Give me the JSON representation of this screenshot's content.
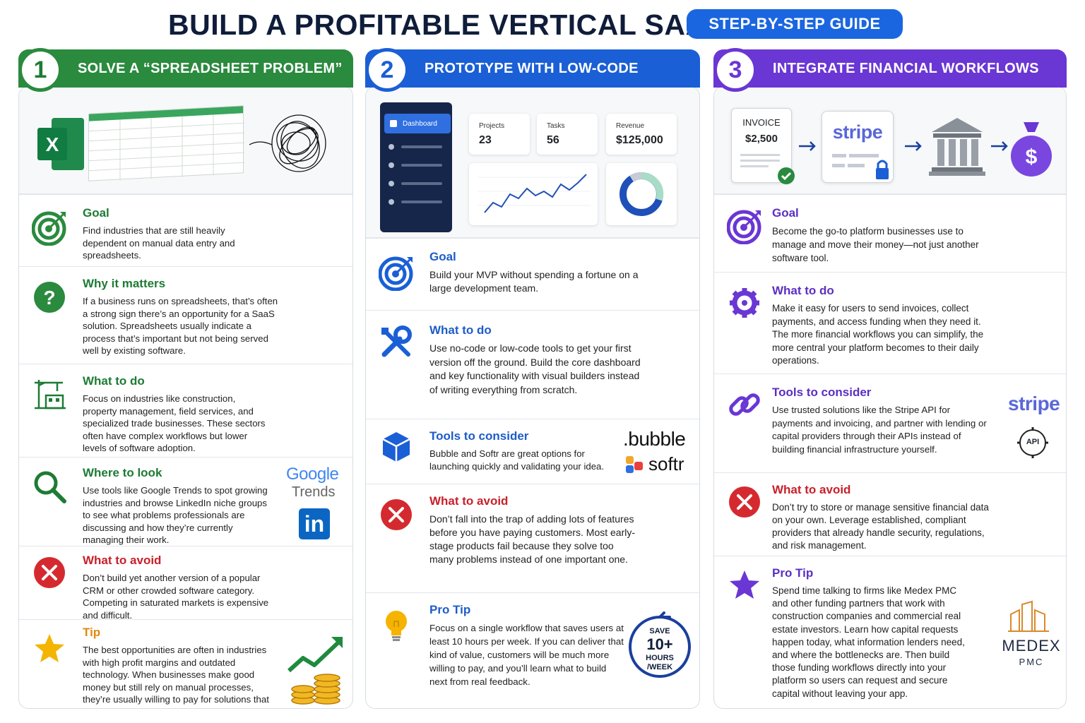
{
  "header": {
    "title": "BUILD A PROFITABLE VERTICAL SAAS",
    "badge": "STEP-BY-STEP GUIDE"
  },
  "colors": {
    "green": "#2a8a3e",
    "blue": "#1a5fd6",
    "purple": "#6a36d4",
    "red": "#d42a2f",
    "dark_navy": "#0f1d3a"
  },
  "columns": [
    {
      "number": "1",
      "title": "SOLVE A “SPREADSHEET PROBLEM”",
      "sections": [
        {
          "icon": "target-icon",
          "title": "Goal",
          "body": "Find industries that are still heavily dependent on manual data entry and spreadsheets."
        },
        {
          "icon": "question-icon",
          "title": "Why it matters",
          "body": "If a business runs on spreadsheets, that’s often a strong sign there’s an opportunity for a SaaS solution. Spreadsheets usually indicate a process that’s important but not being served well by existing software."
        },
        {
          "icon": "construction-crane-icon",
          "title": "What to do",
          "body": "Focus on industries like construction, property management, field services, and specialized trade businesses. These sectors often have complex workflows but lower levels of software adoption."
        },
        {
          "icon": "magnifier-icon",
          "title": "Where to look",
          "body": "Use tools like Google Trends to spot growing industries and browse LinkedIn niche groups to see what problems professionals are discussing and how they’re currently managing their work."
        },
        {
          "icon": "x-circle-icon",
          "title": "What to avoid",
          "body": "Don’t build yet another version of a popular CRM or other crowded software category. Competing in saturated markets is expensive and difficult."
        },
        {
          "icon": "star-icon",
          "title": "Tip",
          "body": "The best opportunities are often in industries with high profit margins and outdated technology. When businesses make good money but still rely on manual processes, they’re usually willing to pay for solutions that save time and reduce errors."
        }
      ],
      "logos": {
        "google": "Google",
        "trends": "Trends",
        "linkedin": "in"
      },
      "excel_letter": "X"
    },
    {
      "number": "2",
      "title": "PROTOTYPE WITH LOW-CODE",
      "dashboard": {
        "menu_active": "Dashboard",
        "stats": [
          {
            "label": "Projects",
            "value": "23"
          },
          {
            "label": "Tasks",
            "value": "56"
          },
          {
            "label": "Revenue",
            "value": "$125,000"
          }
        ]
      },
      "sections": [
        {
          "icon": "target-icon",
          "title": "Goal",
          "body": "Build your MVP without spending a fortune on a large development team."
        },
        {
          "icon": "tools-icon",
          "title": "What to do",
          "body": "Use no-code or low-code tools to get your first version off the ground. Build the core dashboard and key functionality with visual builders instead of writing everything from scratch."
        },
        {
          "icon": "cube-icon",
          "title": "Tools to consider",
          "body": "Bubble and Softr are great options for launching quickly and validating your idea."
        },
        {
          "icon": "x-circle-icon",
          "title": "What to avoid",
          "body": "Don’t fall into the trap of adding lots of features before you have paying customers. Most early-stage products fail because they solve too many problems instead of one important one."
        },
        {
          "icon": "lightbulb-icon",
          "title": "Pro Tip",
          "body": "Focus on a single workflow that saves users at least 10 hours per week. If you can deliver that kind of value, customers will be much more willing to pay, and you’ll learn what to build next from real feedback."
        }
      ],
      "logos": {
        "bubble": ".bubble",
        "softr": "softr"
      },
      "badge": {
        "line1": "SAVE",
        "line2": "10+",
        "line3": "HOURS",
        "line4": "/WEEK"
      }
    },
    {
      "number": "3",
      "title": "INTEGRATE FINANCIAL WORKFLOWS",
      "invoice": {
        "label": "INVOICE",
        "amount": "$2,500"
      },
      "stripe_word": "stripe",
      "sections": [
        {
          "icon": "target-icon",
          "title": "Goal",
          "body": "Become the go-to platform businesses use to manage and move their money—not just another software tool."
        },
        {
          "icon": "gear-icon",
          "title": "What to do",
          "body": "Make it easy for users to send invoices, collect payments, and access funding when they need it. The more financial workflows you can simplify, the more central your platform becomes to their daily operations."
        },
        {
          "icon": "link-icon",
          "title": "Tools to consider",
          "body": "Use trusted solutions like the Stripe API for payments and invoicing, and partner with lending or capital providers through their APIs instead of building financial infrastructure yourself."
        },
        {
          "icon": "x-circle-icon",
          "title": "What to avoid",
          "body": "Don’t try to store or manage sensitive financial data on your own. Leverage established, compliant providers that already handle security, regulations, and risk management."
        },
        {
          "icon": "star-icon",
          "title": "Pro Tip",
          "body": "Spend time talking to firms like Medex PMC and other funding partners that work with construction companies and commercial real estate investors. Learn how capital requests happen today, what information lenders need, and where the bottlenecks are. Then build those funding workflows directly into your platform so users can request and secure capital without leaving your app."
        }
      ],
      "logos": {
        "stripe": "stripe",
        "api": "API",
        "medex": "MEDEX",
        "pmc": "PMC"
      }
    }
  ]
}
